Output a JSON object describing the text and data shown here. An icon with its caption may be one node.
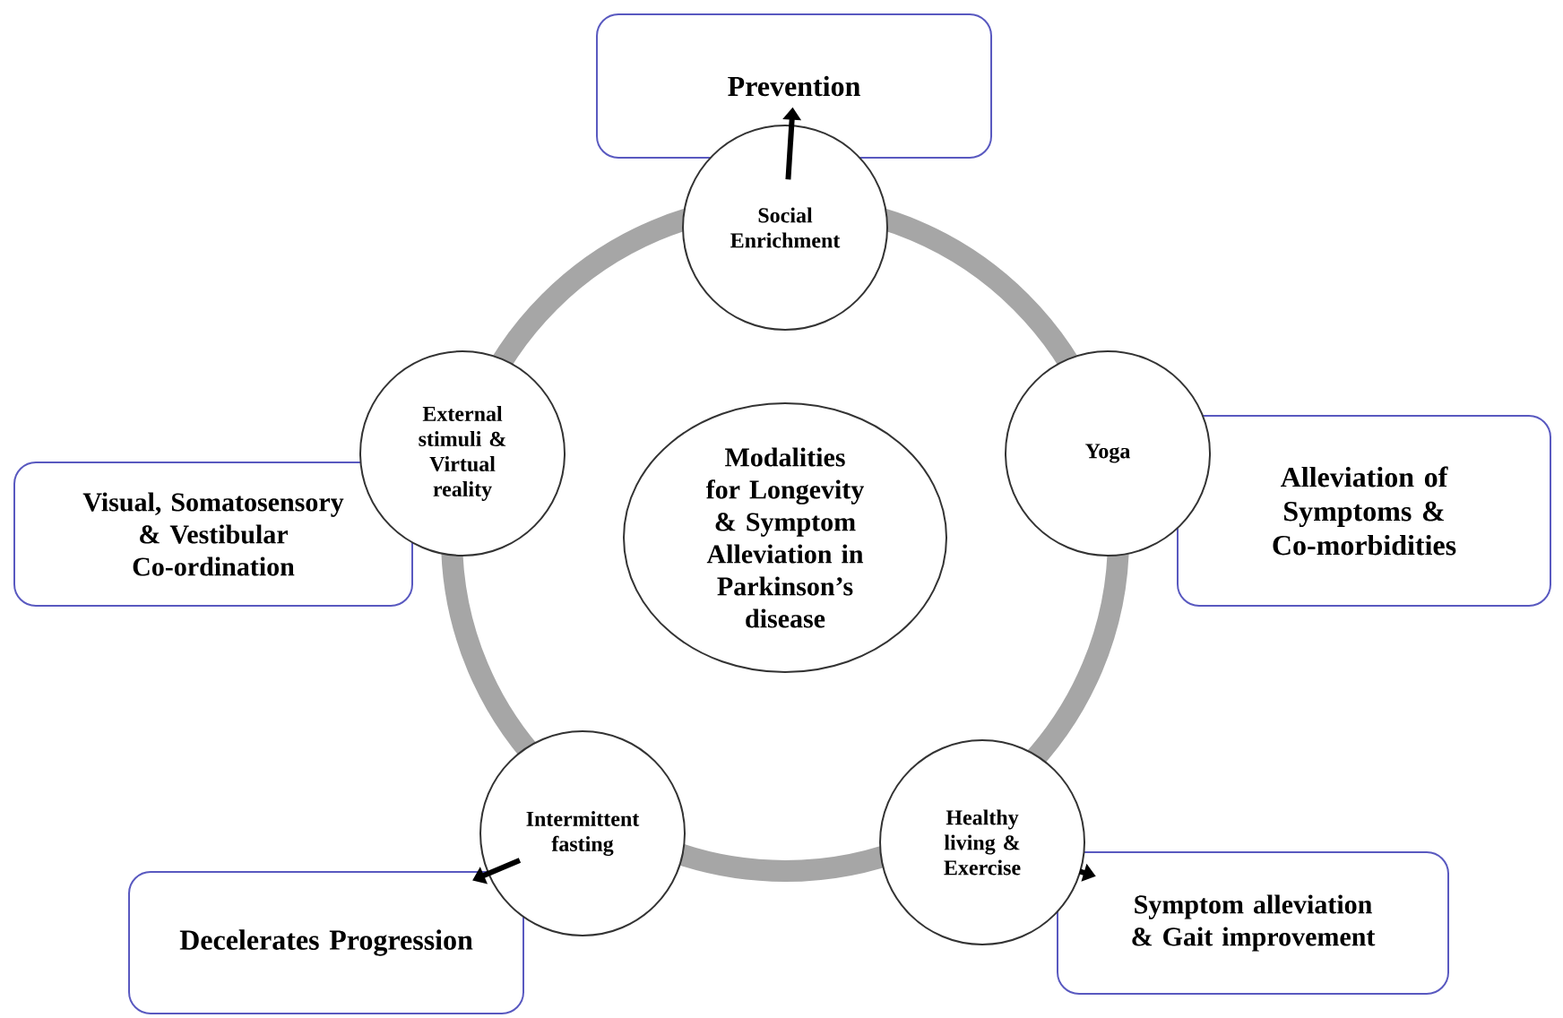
{
  "diagram": {
    "nodes": [
      {
        "text": [
          "Modalities for Longevity & Symptom Alleviation in Parkinson’s disease"
        ]
      },
      {
        "text": [
          "Social Enrichment"
        ]
      },
      {
        "text": [
          "Yoga"
        ]
      },
      {
        "text": [
          "Healthy living & Exercise"
        ]
      },
      {
        "text": [
          "Intermittent fasting"
        ]
      },
      {
        "text": [
          "External stimuli & Virtual reality"
        ]
      },
      {
        "text": [
          "Prevention"
        ]
      },
      {
        "text": [
          "Alleviation of Symptoms & Co-morbidities"
        ]
      },
      {
        "text": [
          "Symptom alleviation & Gait improvement"
        ]
      },
      {
        "text": [
          "Decelerates Progression"
        ]
      },
      {
        "text": [
          "Visual, Somatosensory & Vestibular Co-ordination"
        ]
      }
    ],
    "edges": [
      {
        "from": 1,
        "to": 6,
        "arrow": "to"
      },
      {
        "from": 3,
        "to": 8,
        "arrow": "to"
      },
      {
        "from": 4,
        "to": 9,
        "arrow": "to"
      }
    ]
  }
}
